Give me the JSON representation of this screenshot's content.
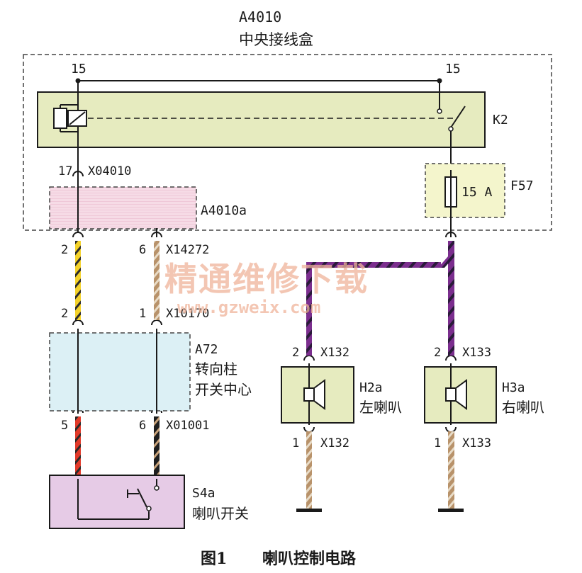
{
  "central_box": {
    "id": "A4010",
    "name": "中央接线盒",
    "left_terminal": "15",
    "right_terminal": "15",
    "relay": "K2",
    "fuse": "F57",
    "fuse_rating": "15 A",
    "sub_box": "A4010a",
    "left_pin": "17",
    "left_connector": "X04010"
  },
  "connectors": {
    "a4010a_left_pin": "2",
    "a4010a_right_pin": "6",
    "a4010a_right_connector": "X14272",
    "a72_left_pin": "2",
    "a72_right_pin": "1",
    "a72_right_connector": "X10170",
    "a72_bottom_left_pin": "5",
    "a72_bottom_right_pin": "6",
    "a72_bottom_connector": "X01001"
  },
  "steering_column": {
    "id": "A72",
    "name_line1": "转向柱",
    "name_line2": "开关中心"
  },
  "left_horn": {
    "id": "H2a",
    "name": "左喇叭",
    "top_pin": "2",
    "top_connector": "X132",
    "bottom_pin": "1",
    "bottom_connector": "X132"
  },
  "right_horn": {
    "id": "H3a",
    "name": "右喇叭",
    "top_pin": "2",
    "top_connector": "X133",
    "bottom_pin": "1",
    "bottom_connector": "X133"
  },
  "horn_switch": {
    "id": "S4a",
    "name": "喇叭开关"
  },
  "watermark": {
    "line1": "精通维修下载",
    "line2": "www.gzweix.com"
  },
  "caption": {
    "figure": "图1",
    "title": "喇叭控制电路"
  },
  "colors": {
    "wire_dark": "#1a1a1a",
    "wire_yellow": "#f4d22a",
    "wire_brown": "#a07a52",
    "wire_red": "#e23a2a",
    "wire_purple": "#7b2e8e",
    "relay_fill": "#e6ebbf",
    "a4010a_fill": "#f6dbe6",
    "a72_fill": "#dcf0f5",
    "horn_fill": "#e6ebbf",
    "switch_fill": "#e6cbe6",
    "fuse_fill": "#f4f5cc"
  }
}
